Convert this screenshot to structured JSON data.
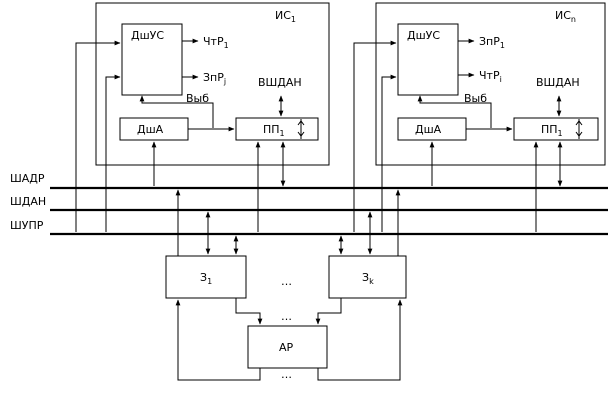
{
  "modules": [
    {
      "title": "ИС",
      "title_sub": "1",
      "decoder": "ДшУС",
      "out_top": "ЧтР",
      "out_top_sub": "1",
      "out_bottom": "ЗпР",
      "out_bottom_sub": "j",
      "vyb": "Выб",
      "address_decoder": "ДшА",
      "transceiver": "ПП",
      "transceiver_sub": "1",
      "internal_bus": "ВШДАН"
    },
    {
      "title": "ИС",
      "title_sub": "n",
      "decoder": "ДшУС",
      "out_top": "ЗпР",
      "out_top_sub": "1",
      "out_bottom": "ЧтР",
      "out_bottom_sub": "i",
      "vyb": "Выб",
      "address_decoder": "ДшА",
      "transceiver": "ПП",
      "transceiver_sub": "1",
      "internal_bus": "ВШДАН"
    }
  ],
  "buses": {
    "address": "ШАДР",
    "data": "ШДАН",
    "control": "ШУПР"
  },
  "requesters": [
    {
      "name": "З",
      "sub": "1"
    },
    {
      "name": "З",
      "sub": "k"
    }
  ],
  "arbiter": "АР",
  "ellipsis": "…"
}
